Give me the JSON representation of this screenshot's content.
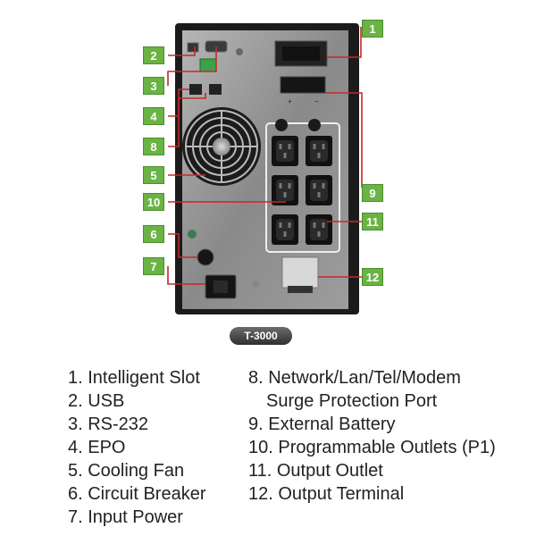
{
  "model": "T-3000",
  "callouts": [
    "1",
    "2",
    "3",
    "4",
    "5",
    "6",
    "7",
    "8",
    "9",
    "10",
    "11",
    "12"
  ],
  "legend_left": [
    "1. Intelligent Slot",
    "2. USB",
    "3. RS-232",
    "4. EPO",
    "5. Cooling Fan",
    "6. Circuit Breaker",
    "7. Input Power"
  ],
  "legend_right": [
    "8. Network/Lan/Tel/Modem",
    "Surge Protection Port",
    "9. External Battery",
    "10. Programmable Outlets (P1)",
    "11. Output Outlet",
    "12. Output Terminal"
  ],
  "colors": {
    "accent": "#6ab344",
    "line": "#c62828",
    "chassis": "#1b1b1b",
    "panel": "#8e8e8e"
  }
}
